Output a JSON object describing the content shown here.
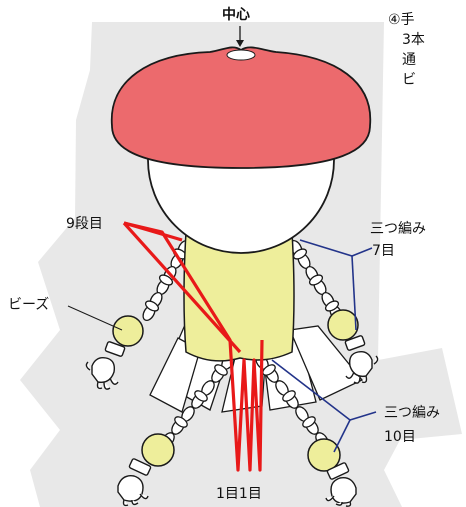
{
  "labels": {
    "center": "中心",
    "rows_9": "9段目",
    "beads": "ビーズ",
    "braid_arm_title": "三つ編み",
    "braid_arm_count": "7目",
    "braid_leg_title": "三つ編み",
    "braid_leg_count": "10目",
    "bottom": "1目1目"
  },
  "note": {
    "line1": "④手",
    "line2": "3本",
    "line3": "通",
    "line4": "ビ"
  },
  "colors": {
    "hat": "#ec6a6d",
    "body": "#eeee9b",
    "bead": "#eeee9b",
    "background_shape": "#e8e8e8",
    "red_line": "#e81919",
    "blue_line": "#23348a",
    "outline": "#1a1a1a"
  }
}
